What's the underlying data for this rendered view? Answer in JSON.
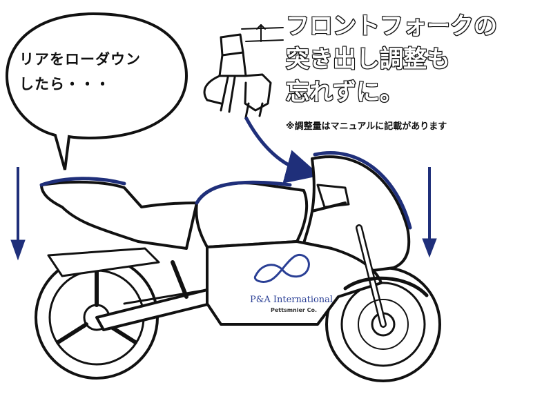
{
  "speech_bubble": {
    "text": "リアをローダウン\nしたら・・・"
  },
  "headline": {
    "lines": [
      "フロントフォークの",
      "突き出し調整も",
      "忘れずに。"
    ]
  },
  "note": "※調整量はマニュアルに記載があります",
  "logo": {
    "brand": "P&A International",
    "sub": "Pettsmnier Co."
  },
  "colors": {
    "arrow": "#1f2f7a",
    "line": "#111111",
    "accent": "#2a3f95",
    "logo": "#2a3f95"
  },
  "icons": [
    "speech-bubble-icon",
    "handlebar-icon",
    "motorcycle-icon",
    "down-arrow-icon",
    "curved-arrow-icon",
    "logo-icon"
  ]
}
